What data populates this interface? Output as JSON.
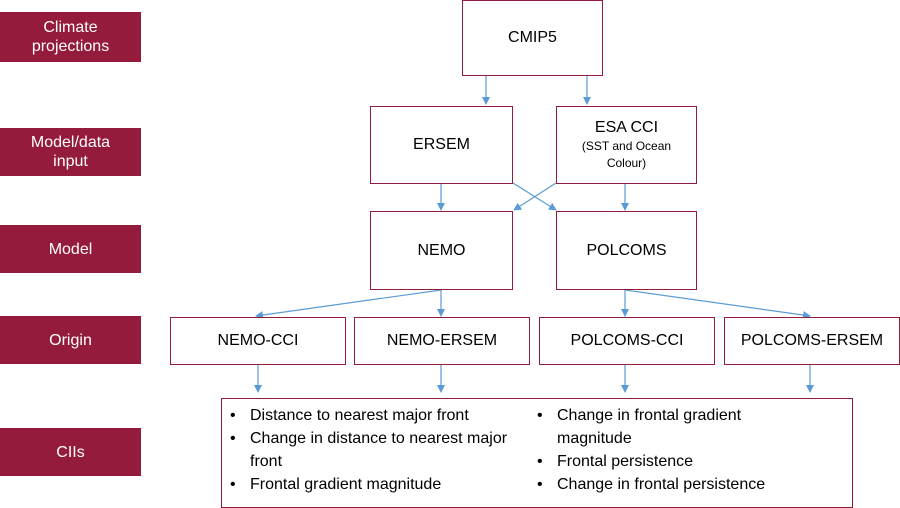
{
  "row_labels": {
    "climate": [
      "Climate",
      "projections"
    ],
    "input": [
      "Model/data",
      "input"
    ],
    "model": "Model",
    "origin": "Origin",
    "ciis": "CIIs"
  },
  "nodes": {
    "cmip5": "CMIP5",
    "ersem": "ERSEM",
    "esa_cci": {
      "title": "ESA CCI",
      "sub": [
        "(SST and Ocean",
        "Colour)"
      ]
    },
    "nemo": "NEMO",
    "polcoms": "POLCOMS",
    "nemo_cci": "NEMO-CCI",
    "nemo_ersem": "NEMO-ERSEM",
    "polcoms_cci": "POLCOMS-CCI",
    "polcoms_ersem": "POLCOMS-ERSEM"
  },
  "ciis": {
    "left": [
      "Distance to nearest major front",
      "Change in distance to nearest major front",
      "Frontal gradient magnitude"
    ],
    "right": [
      "Change in frontal gradient magnitude",
      "Frontal persistence",
      "Change in frontal persistence"
    ]
  },
  "colors": {
    "accent": "#951b3c",
    "arrow": "#5b9bd5"
  }
}
